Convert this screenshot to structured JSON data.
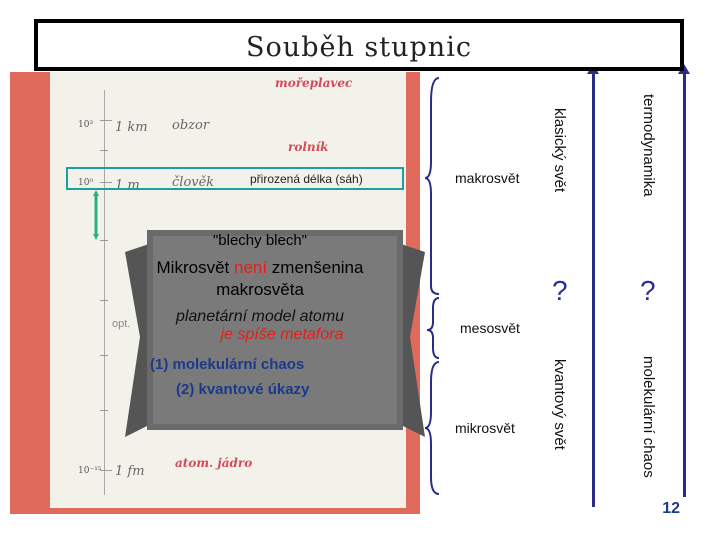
{
  "title": "Souběh stupnic",
  "scale": {
    "labels_red": [
      "mořeplavec",
      "rolník",
      "atom. jádro"
    ],
    "labels_gray": [
      "obzor",
      "člověk"
    ],
    "units": [
      "1 km",
      "1 m",
      "1 fm"
    ],
    "exponents": [
      "10³",
      "10⁰",
      "10⁻¹⁵"
    ],
    "highlight_text": "přirozená délka (sáh)",
    "opt_label": "opt."
  },
  "banner": {
    "line1": "\"blechy blech\"",
    "line2_a": "Mikrosvět ",
    "line2_b": "není",
    "line2_c": " zmenšenina",
    "line3": "makrosvěta",
    "line4": "planetární model atomu",
    "line5": "je spíše metafora",
    "line6": "(1)  molekulární chaos",
    "line7": "(2)  kvantové úkazy"
  },
  "regions": {
    "macro": "makrosvět",
    "meso": "mesosvět",
    "micro": "mikrosvět"
  },
  "columns": {
    "classical": "klasický svět",
    "quantum": "kvantový svět",
    "thermo": "termodynamika",
    "molecular": "molekulární chaos",
    "q1": "?",
    "q2": "?"
  },
  "page_number": "12",
  "colors": {
    "accent": "#2b2b88",
    "panel": "#e06a5c",
    "highlight": "#1aa0a0",
    "red_text": "#e0211b"
  }
}
